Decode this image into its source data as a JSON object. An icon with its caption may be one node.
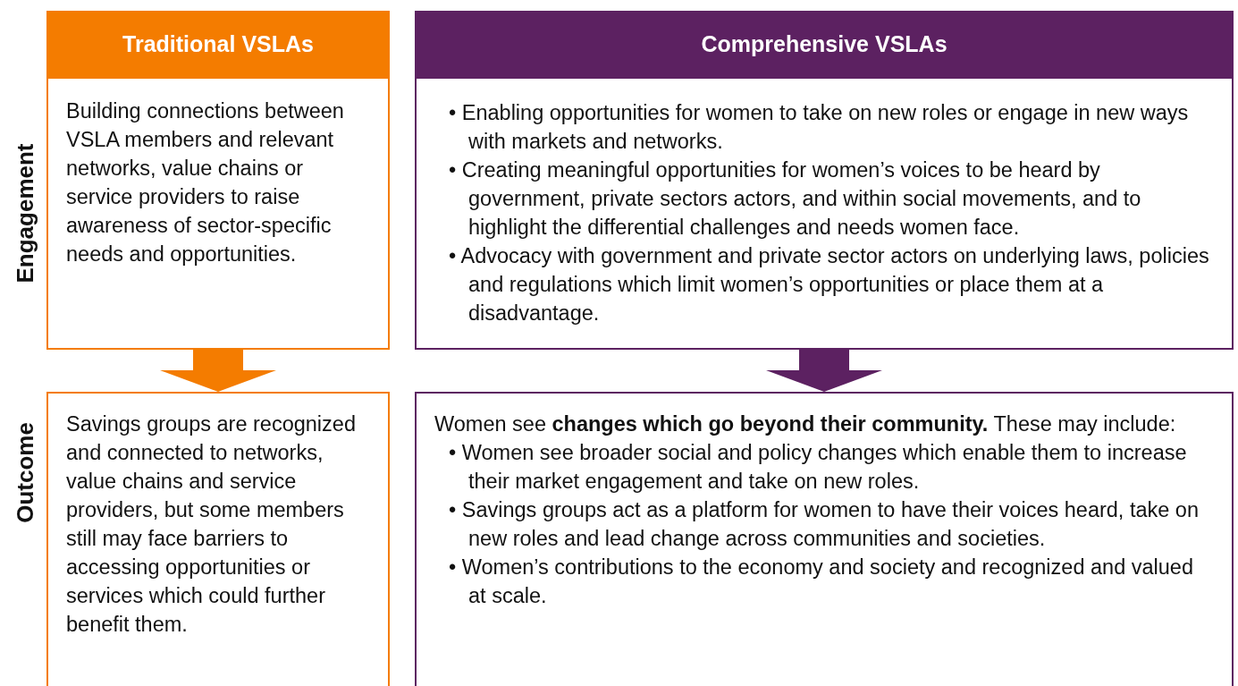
{
  "diagram": {
    "nodes": [
      {
        "text": [
          "Traditional VSLAs"
        ]
      },
      {
        "text": [
          "Building connections between VSLA members and relevant networks, value chains or service providers to raise awareness of sector-specific needs and opportunities."
        ]
      },
      {
        "text": [
          "Savings groups are recognized and connected to networks, value chains and service providers,  but some members still may face barriers to accessing opportunities or services which could further benefit them."
        ]
      },
      {
        "text": [
          "Comprehensive VSLAs"
        ]
      },
      {
        "text": [
          "• Enabling opportunities for women to take on new roles or engage in new ways with markets and networks.",
          "• Creating meaningful opportunities for women’s voices to be heard by government, private sectors actors, and within social movements, and to highlight the differential challenges and needs women face.",
          "• Advocacy with government and private sector actors on underlying laws, policies and regulations which limit women’s opportunities or place them at a disadvantage."
        ]
      },
      {
        "text": [
          "Women see **changes which go beyond their community.** These may include:",
          "• Women see broader social and policy changes which enable them to increase their market engagement and take on new roles.",
          "• Savings groups act as a platform for women to have their voices heard, take on new roles and lead change across communities and societies.",
          "• Women’s contributions to the economy and society and recognized and valued at scale."
        ]
      }
    ],
    "edges": [
      {
        "from": 1,
        "to": 2,
        "arrow": "to",
        "color": "#f47c00"
      },
      {
        "from": 4,
        "to": 5,
        "arrow": "to",
        "color": "#5c2161"
      }
    ],
    "labels": [
      "Engagement",
      "Outcome"
    ]
  }
}
